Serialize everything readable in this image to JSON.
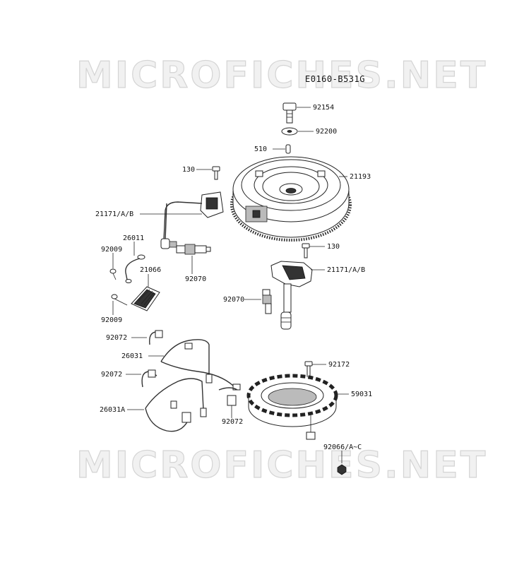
{
  "diagram": {
    "code": "E0160-B531G",
    "watermarks": [
      "MICROFICHES.NET",
      "MICROFICHES.NET"
    ],
    "labels": {
      "p92154": "92154",
      "p92200": "92200",
      "p510": "510",
      "p130_top": "130",
      "p21193": "21193",
      "p21171_left": "21171/A/B",
      "p26011": "26011",
      "p92009_top": "92009",
      "p21066": "21066",
      "p92070_left": "92070",
      "p92009_bottom": "92009",
      "p130_mid": "130",
      "p21171_right": "21171/A/B",
      "p92070_right": "92070",
      "p92072_top": "92072",
      "p26031": "26031",
      "p92072_mid": "92072",
      "p92172": "92172",
      "p59031": "59031",
      "p26031A": "26031A",
      "p92072_bottom": "92072",
      "p92066": "92066/A~C"
    }
  }
}
